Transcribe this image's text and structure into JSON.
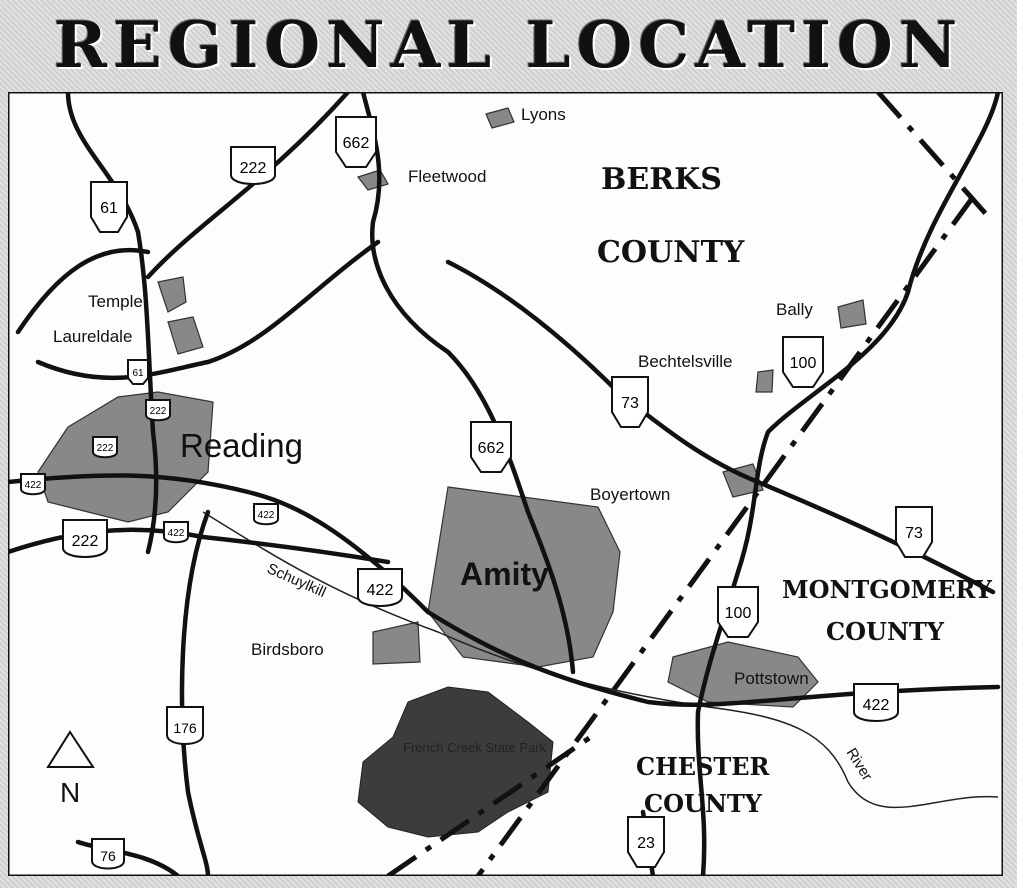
{
  "title": "REGIONAL LOCATION",
  "counties": {
    "berks": [
      "BERKS",
      "COUNTY"
    ],
    "montgomery": [
      "MONTGOMERY",
      "COUNTY"
    ],
    "chester": [
      "CHESTER",
      "COUNTY"
    ]
  },
  "places": {
    "lyons": "Lyons",
    "fleetwood": "Fleetwood",
    "temple": "Temple",
    "laureldale": "Laureldale",
    "reading": "Reading",
    "bally": "Bally",
    "bechtelsville": "Bechtelsville",
    "boyertown": "Boyertown",
    "amity": "Amity",
    "birdsboro": "Birdsboro",
    "pottstown": "Pottstown",
    "park": "French Creek State Park"
  },
  "river": [
    "Schuylkill",
    "River"
  ],
  "routes": {
    "r662a": "662",
    "r222a": "222",
    "r61a": "61",
    "r61b": "61",
    "r222b": "222",
    "r222c": "222",
    "r422a": "422",
    "r422b": "422",
    "r422c": "422",
    "r222d": "222",
    "r662b": "662",
    "r73a": "73",
    "r100a": "100",
    "r73b": "73",
    "r422d": "422",
    "r100b": "100",
    "r422e": "422",
    "r176": "176",
    "r23": "23",
    "r76": "76"
  },
  "north": "N",
  "colors": {
    "town": "#888888",
    "amity": "#8a8a8a",
    "park": "#3c3c3c"
  }
}
